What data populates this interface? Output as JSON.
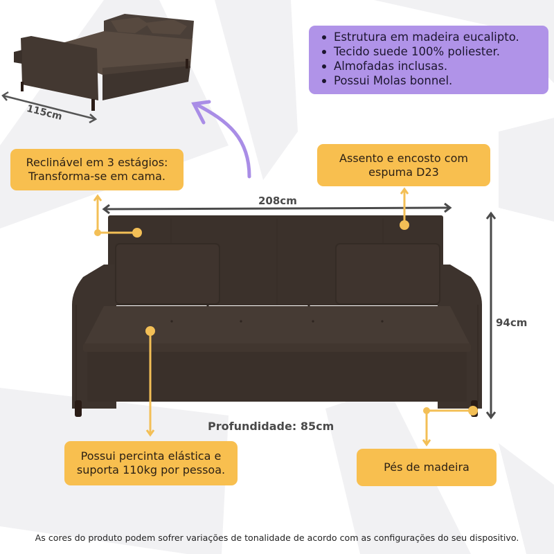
{
  "features": {
    "items": [
      "Estrutura em madeira eucalipto.",
      "Tecido suede 100% poliester.",
      "Almofadas inclusas.",
      "Possui Molas bonnel."
    ]
  },
  "callouts": {
    "recline": {
      "line1": "Reclinável em 3 estágios:",
      "line2": "Transforma-se em cama."
    },
    "foam": {
      "line1": "Assento e encosto com",
      "line2": "espuma D23"
    },
    "webbing": {
      "line1": "Possui percinta elástica e",
      "line2": "suporta 110kg por pessoa."
    },
    "feet": {
      "line1": "Pés de madeira"
    }
  },
  "dimensions": {
    "bed_width": "115cm",
    "width": "208cm",
    "height": "94cm",
    "depth": "Profundidade: 85cm"
  },
  "footer": {
    "disclaimer": "As cores do produto podem sofrer variações de tonalidade de acordo com as configurações do seu dispositivo."
  },
  "colors": {
    "callout": "#f8bf4f",
    "features_panel": "#b093e8",
    "arrow_purple": "#a98de6",
    "sofa": "#3d332d",
    "dimension_line": "#4a4a4a"
  }
}
